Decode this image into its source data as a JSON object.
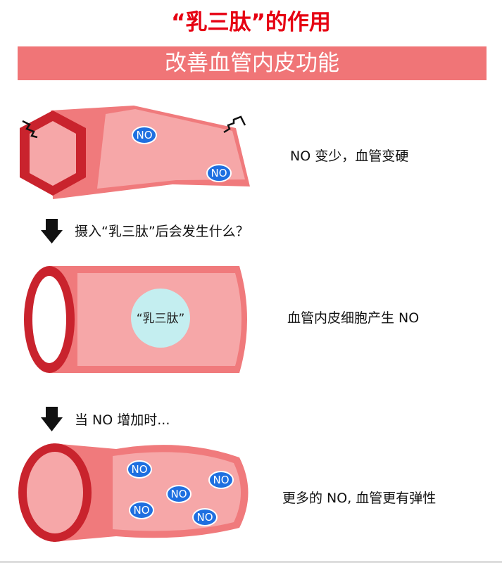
{
  "header": {
    "title": "“乳三肽”的作用",
    "banner": "改善血管内皮功能"
  },
  "steps": [
    {
      "caption": "NO 变少，血管变硬",
      "no_badges": [
        "NO",
        "NO"
      ]
    },
    {
      "arrow_text": "摄入“乳三肽”后会发生什么？"
    },
    {
      "caption": "血管内皮细胞产生 NO",
      "circle_label": "“乳三肽”"
    },
    {
      "arrow_text": "当 NO 增加时..."
    },
    {
      "caption": "更多的 NO, 血管更有弹性",
      "no_badges": [
        "NO",
        "NO",
        "NO",
        "NO",
        "NO"
      ]
    }
  ],
  "colors": {
    "accent_red": "#e60012",
    "banner": "#f07577",
    "vessel_dark": "#c9232d",
    "vessel_mid": "#f07a7c",
    "vessel_light": "#f6a7a8",
    "no_badge": "#1e6fe0",
    "peptide_circle": "#c4eef0"
  }
}
